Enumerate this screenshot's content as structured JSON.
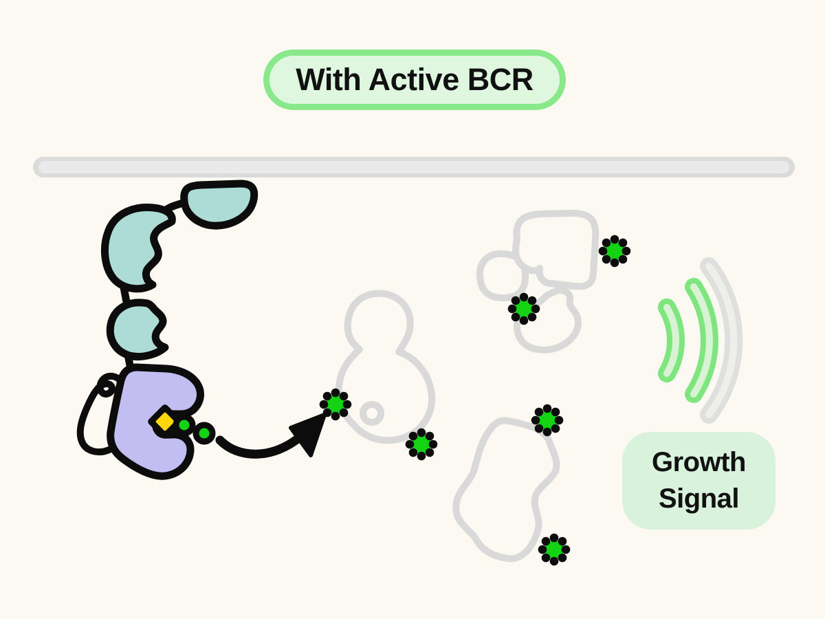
{
  "title_badge": {
    "label": "With Active BCR"
  },
  "growth_badge": {
    "line1": "Growth",
    "line2": "Signal"
  },
  "colors": {
    "background": "#FBF9F1",
    "badge_fill": "#DFF7DF",
    "badge_border": "#89E889",
    "growth_badge_fill": "#D9F2DC",
    "membrane_outer": "#DBDBDB",
    "membrane_inner": "#EAEAEA",
    "receptor_teal": "#ACDCD5",
    "kinase_purple": "#C3BEF2",
    "outline_black": "#0C0C0C",
    "phosphate_green": "#14D314",
    "atp_yellow": "#FFD60A",
    "inactive_gray": "#D9D9D9",
    "wave_green": "#7FE67F",
    "wave_green_core": "#D7F3D3",
    "wave_gray": "#DFDFDD",
    "wave_gray_core": "#EEEEEA"
  }
}
